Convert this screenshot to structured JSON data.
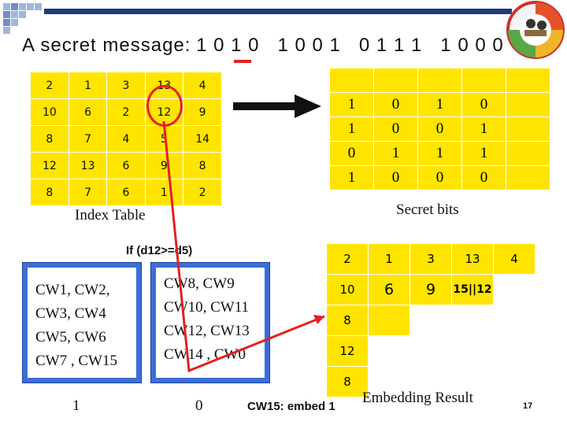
{
  "title": {
    "label": "A secret message:",
    "bits": "1 0 1 0   1 0 0 1   0 1 1 1   1 0 0 0"
  },
  "index_table": {
    "label": "Index Table",
    "rows": [
      [
        "2",
        "1",
        "3",
        "13",
        "4"
      ],
      [
        "10",
        "6",
        "2",
        "12",
        "9"
      ],
      [
        "8",
        "7",
        "4",
        "5",
        "14"
      ],
      [
        "12",
        "13",
        "6",
        "9",
        "8"
      ],
      [
        "8",
        "7",
        "6",
        "1",
        "2"
      ]
    ]
  },
  "secret_bits": {
    "label": "Secret bits",
    "rows": [
      [
        "",
        "",
        "",
        "",
        ""
      ],
      [
        "1",
        "0",
        "1",
        "0",
        ""
      ],
      [
        "1",
        "0",
        "0",
        "1",
        ""
      ],
      [
        "0",
        "1",
        "1",
        "1",
        ""
      ],
      [
        "1",
        "0",
        "0",
        "0",
        ""
      ]
    ]
  },
  "condition": "If (d12>=d5)",
  "cw_group_1": {
    "lines": [
      "CW1, CW2,",
      "CW3, CW4",
      "CW5, CW6",
      "CW7 , CW15"
    ],
    "caption": "1"
  },
  "cw_group_0": {
    "lines": [
      "CW8, CW9",
      "CW10, CW11",
      "CW12, CW13",
      "CW14 , CW0"
    ],
    "caption": "0"
  },
  "embed_note": "CW15: embed 1",
  "result": {
    "label": "Embedding Result",
    "rows": [
      [
        "2",
        "1",
        "3",
        "13",
        "4"
      ],
      [
        "10",
        "6",
        "9",
        "15||12",
        ""
      ],
      [
        "8",
        "",
        "",
        "",
        ""
      ],
      [
        "12",
        "",
        "",
        "",
        ""
      ],
      [
        "8",
        "",
        "",
        "",
        ""
      ]
    ]
  },
  "page_number": "17",
  "colors": {
    "yellow": "#ffe400",
    "red": "#e32121",
    "blue": "#3b6fd8",
    "navy": "#1f3c7a"
  },
  "icons": [
    "logo-icon",
    "arrow-right-icon"
  ]
}
